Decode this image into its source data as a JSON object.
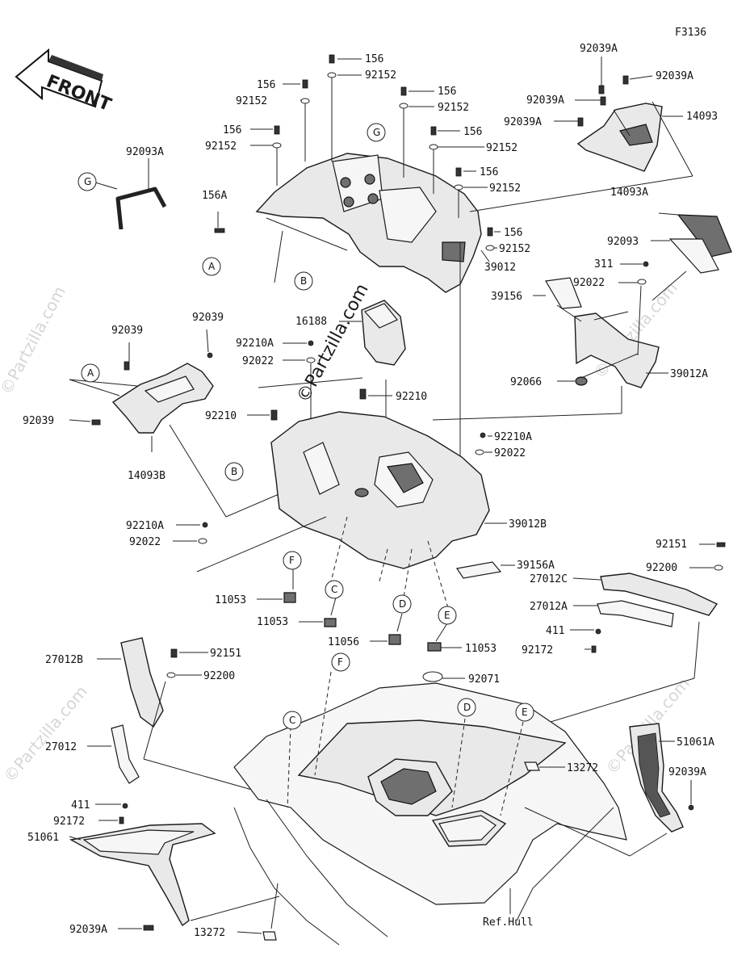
{
  "figure_code": "F3136",
  "front_label": "FRONT",
  "watermark_main": "©Partzilla.com",
  "watermark_faint": "©Partzilla.com",
  "ref_label": "Ref.Hull",
  "labels": {
    "p156_1": "156",
    "w92152_1": "92152",
    "p156_2": "156",
    "w92152_2": "92152",
    "p156_3": "156",
    "w92152_3": "92152",
    "p156_4": "156",
    "w92152_4": "92152",
    "p156_5": "156",
    "w92152_5": "92152",
    "p156_6": "156",
    "w92152_6": "92152",
    "p156_7": "156",
    "w92152_7": "92152",
    "p156A": "156A",
    "p39012": "39012",
    "p92093A": "92093A",
    "p92039A_1": "92039A",
    "p92039A_2": "92039A",
    "p92039A_3": "92039A",
    "p92039A_4": "92039A",
    "p14093": "14093",
    "p14093A": "14093A",
    "p92093": "92093",
    "p311": "311",
    "p39156": "39156",
    "p92022_r": "92022",
    "p92066": "92066",
    "p39012A": "39012A",
    "p16188": "16188",
    "p92210A_1": "92210A",
    "p92022_1": "92022",
    "p92210_1": "92210",
    "p92210_2": "92210",
    "p92039_1": "92039",
    "p92039_2": "92039",
    "p92039_3": "92039",
    "p14093B": "14093B",
    "p92210A_2": "92210A",
    "p92022_2": "92022",
    "p92210A_3": "92210A",
    "p92022_3": "92022",
    "p39012B": "39012B",
    "p39156A": "39156A",
    "p11053_1": "11053",
    "p11053_2": "11053",
    "p11056": "11056",
    "p11053_3": "11053",
    "p92151_r": "92151",
    "p92200_r": "92200",
    "p27012C": "27012C",
    "p27012A": "27012A",
    "p411_r": "411",
    "p92172_r": "92172",
    "p27012B": "27012B",
    "p92151_l": "92151",
    "p92200_l": "92200",
    "p92071": "92071",
    "p27012": "27012",
    "p13272_1": "13272",
    "p51061A": "51061A",
    "p92039A_5": "92039A",
    "p411_l": "411",
    "p92172_l": "92172",
    "p51061": "51061",
    "p92039A_6": "92039A",
    "p13272_2": "13272"
  },
  "ref_letters": {
    "A1": "A",
    "A2": "A",
    "B1": "B",
    "B2": "B",
    "C1": "C",
    "C2": "C",
    "D1": "D",
    "D2": "D",
    "E1": "E",
    "E2": "E",
    "F1": "F",
    "F2": "F",
    "G1": "G",
    "G2": "G"
  }
}
